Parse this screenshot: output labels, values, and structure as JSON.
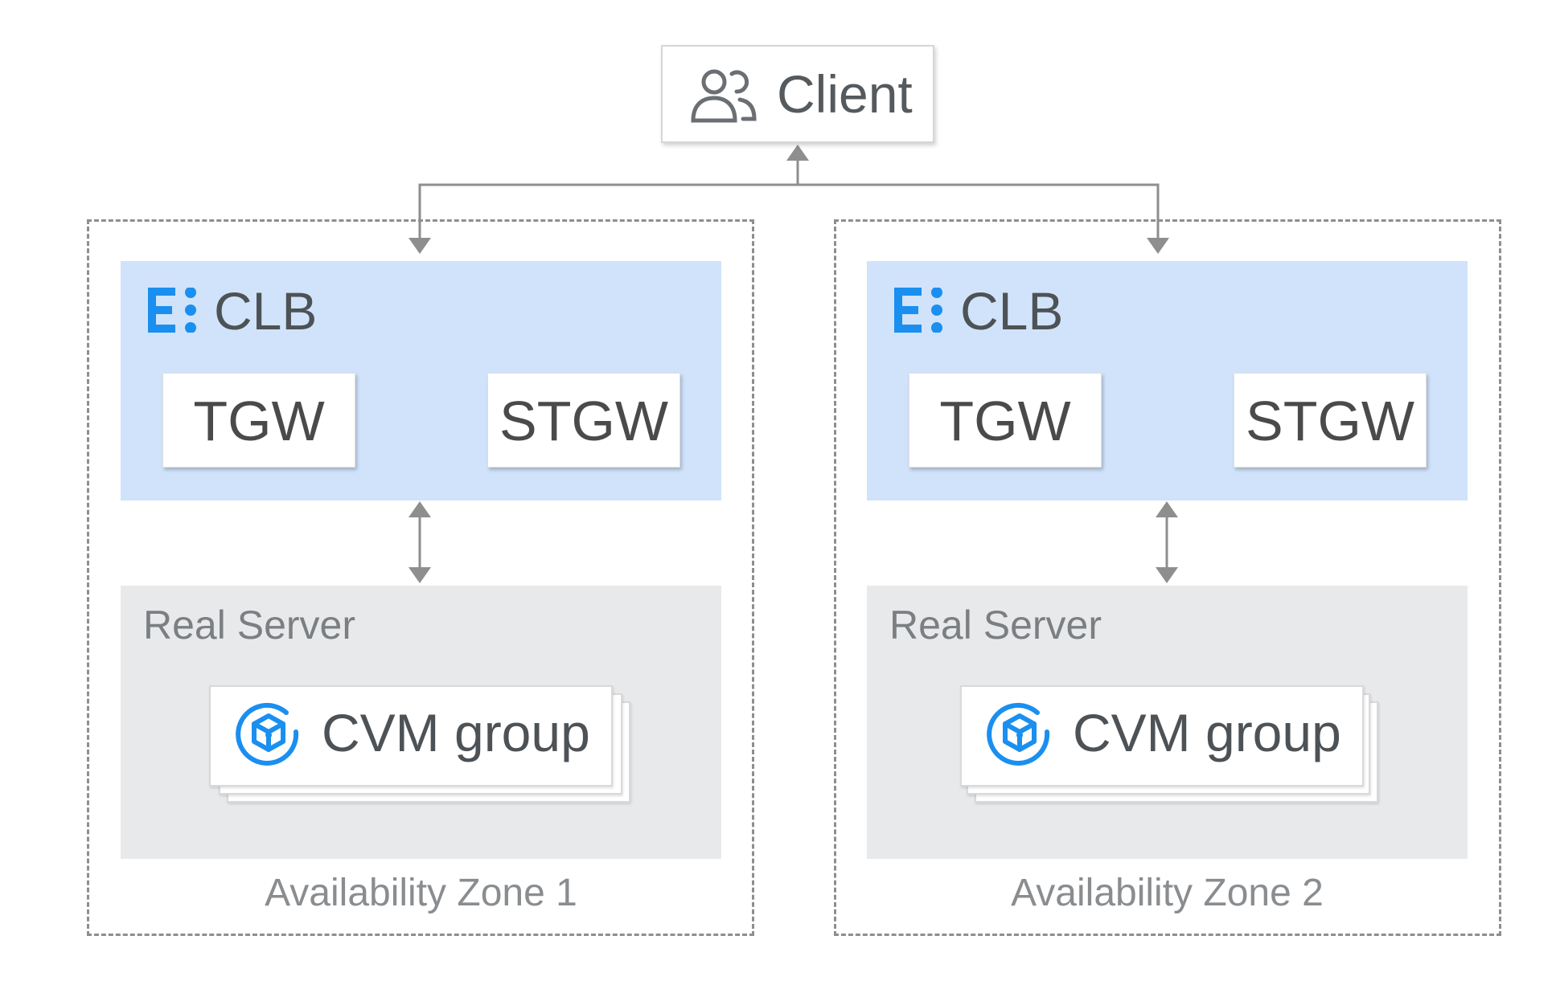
{
  "client": {
    "label": "Client",
    "icon": "users-icon"
  },
  "zones": [
    {
      "label": "Availability Zone 1",
      "clb": {
        "title": "CLB",
        "icon": "clb-icon"
      },
      "tgw": "TGW",
      "stgw": "STGW",
      "real_server": {
        "label": "Real Server",
        "cvm_label": "CVM group",
        "icon": "cvm-icon"
      }
    },
    {
      "label": "Availability Zone 2",
      "clb": {
        "title": "CLB",
        "icon": "clb-icon"
      },
      "tgw": "TGW",
      "stgw": "STGW",
      "real_server": {
        "label": "Real Server",
        "cvm_label": "CVM group",
        "icon": "cvm-icon"
      }
    }
  ],
  "colors": {
    "clb_panel": "#d0e3fb",
    "real_server_panel": "#e8e9eb",
    "accent_blue": "#1a8ff0",
    "connector": "#8e8e8e"
  }
}
